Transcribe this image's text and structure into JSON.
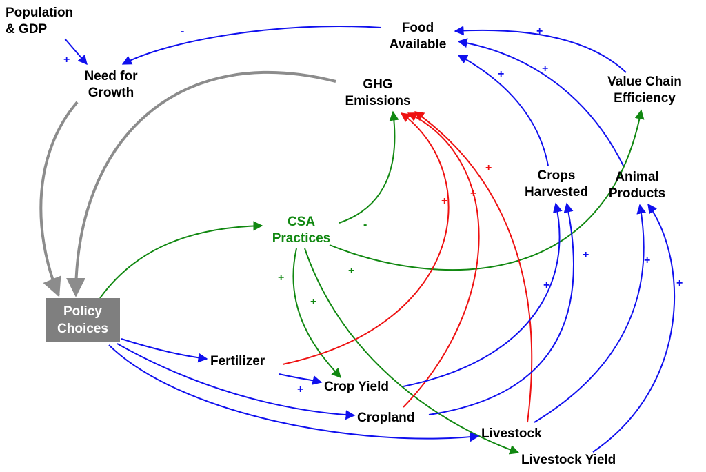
{
  "nodes": {
    "population_gdp": [
      "Population",
      "& GDP"
    ],
    "need_for_growth": [
      "Need for",
      "Growth"
    ],
    "food_available": [
      "Food",
      "Available"
    ],
    "ghg_emissions": [
      "GHG",
      "Emissions"
    ],
    "value_chain_efficiency": [
      "Value Chain",
      "Efficiency"
    ],
    "crops_harvested": [
      "Crops",
      "Harvested"
    ],
    "animal_products": [
      "Animal",
      "Products"
    ],
    "csa_practices": [
      "CSA",
      "Practices"
    ],
    "policy_choices": [
      "Policy",
      "Choices"
    ],
    "fertilizer": "Fertilizer",
    "crop_yield": "Crop Yield",
    "cropland": "Cropland",
    "livestock": "Livestock",
    "livestock_yield": "Livestock Yield"
  },
  "polarity": {
    "plus": "+",
    "minus": "-"
  },
  "colors": {
    "positive_link": "#1010ee",
    "emission_link": "#ee1111",
    "csa_link": "#118811",
    "feedback_link": "#8c8c8c",
    "policy_box": "#7f7f7f"
  },
  "links": [
    {
      "from": "population_gdp",
      "to": "need_for_growth",
      "sign": "+",
      "color": "blue"
    },
    {
      "from": "food_available",
      "to": "need_for_growth",
      "sign": "-",
      "color": "blue"
    },
    {
      "from": "need_for_growth",
      "to": "policy_choices",
      "sign": "",
      "color": "gray"
    },
    {
      "from": "ghg_emissions",
      "to": "policy_choices",
      "sign": "",
      "color": "gray"
    },
    {
      "from": "value_chain_efficiency",
      "to": "food_available",
      "sign": "+",
      "color": "blue"
    },
    {
      "from": "crops_harvested",
      "to": "food_available",
      "sign": "+",
      "color": "blue"
    },
    {
      "from": "animal_products",
      "to": "food_available",
      "sign": "+",
      "color": "blue"
    },
    {
      "from": "policy_choices",
      "to": "csa_practices",
      "sign": "",
      "color": "green"
    },
    {
      "from": "csa_practices",
      "to": "ghg_emissions",
      "sign": "-",
      "color": "green"
    },
    {
      "from": "csa_practices",
      "to": "value_chain_efficiency",
      "sign": "+",
      "color": "green"
    },
    {
      "from": "csa_practices",
      "to": "crop_yield",
      "sign": "+",
      "color": "green"
    },
    {
      "from": "csa_practices",
      "to": "livestock_yield",
      "sign": "+",
      "color": "green"
    },
    {
      "from": "policy_choices",
      "to": "fertilizer",
      "sign": "",
      "color": "blue"
    },
    {
      "from": "policy_choices",
      "to": "cropland",
      "sign": "",
      "color": "blue"
    },
    {
      "from": "policy_choices",
      "to": "livestock",
      "sign": "",
      "color": "blue"
    },
    {
      "from": "fertilizer",
      "to": "crop_yield",
      "sign": "+",
      "color": "blue"
    },
    {
      "from": "fertilizer",
      "to": "ghg_emissions",
      "sign": "+",
      "color": "red"
    },
    {
      "from": "cropland",
      "to": "ghg_emissions",
      "sign": "+",
      "color": "red"
    },
    {
      "from": "livestock",
      "to": "ghg_emissions",
      "sign": "+",
      "color": "red"
    },
    {
      "from": "crop_yield",
      "to": "crops_harvested",
      "sign": "+",
      "color": "blue"
    },
    {
      "from": "cropland",
      "to": "crops_harvested",
      "sign": "+",
      "color": "blue"
    },
    {
      "from": "livestock",
      "to": "animal_products",
      "sign": "+",
      "color": "blue"
    },
    {
      "from": "livestock_yield",
      "to": "animal_products",
      "sign": "+",
      "color": "blue"
    }
  ]
}
